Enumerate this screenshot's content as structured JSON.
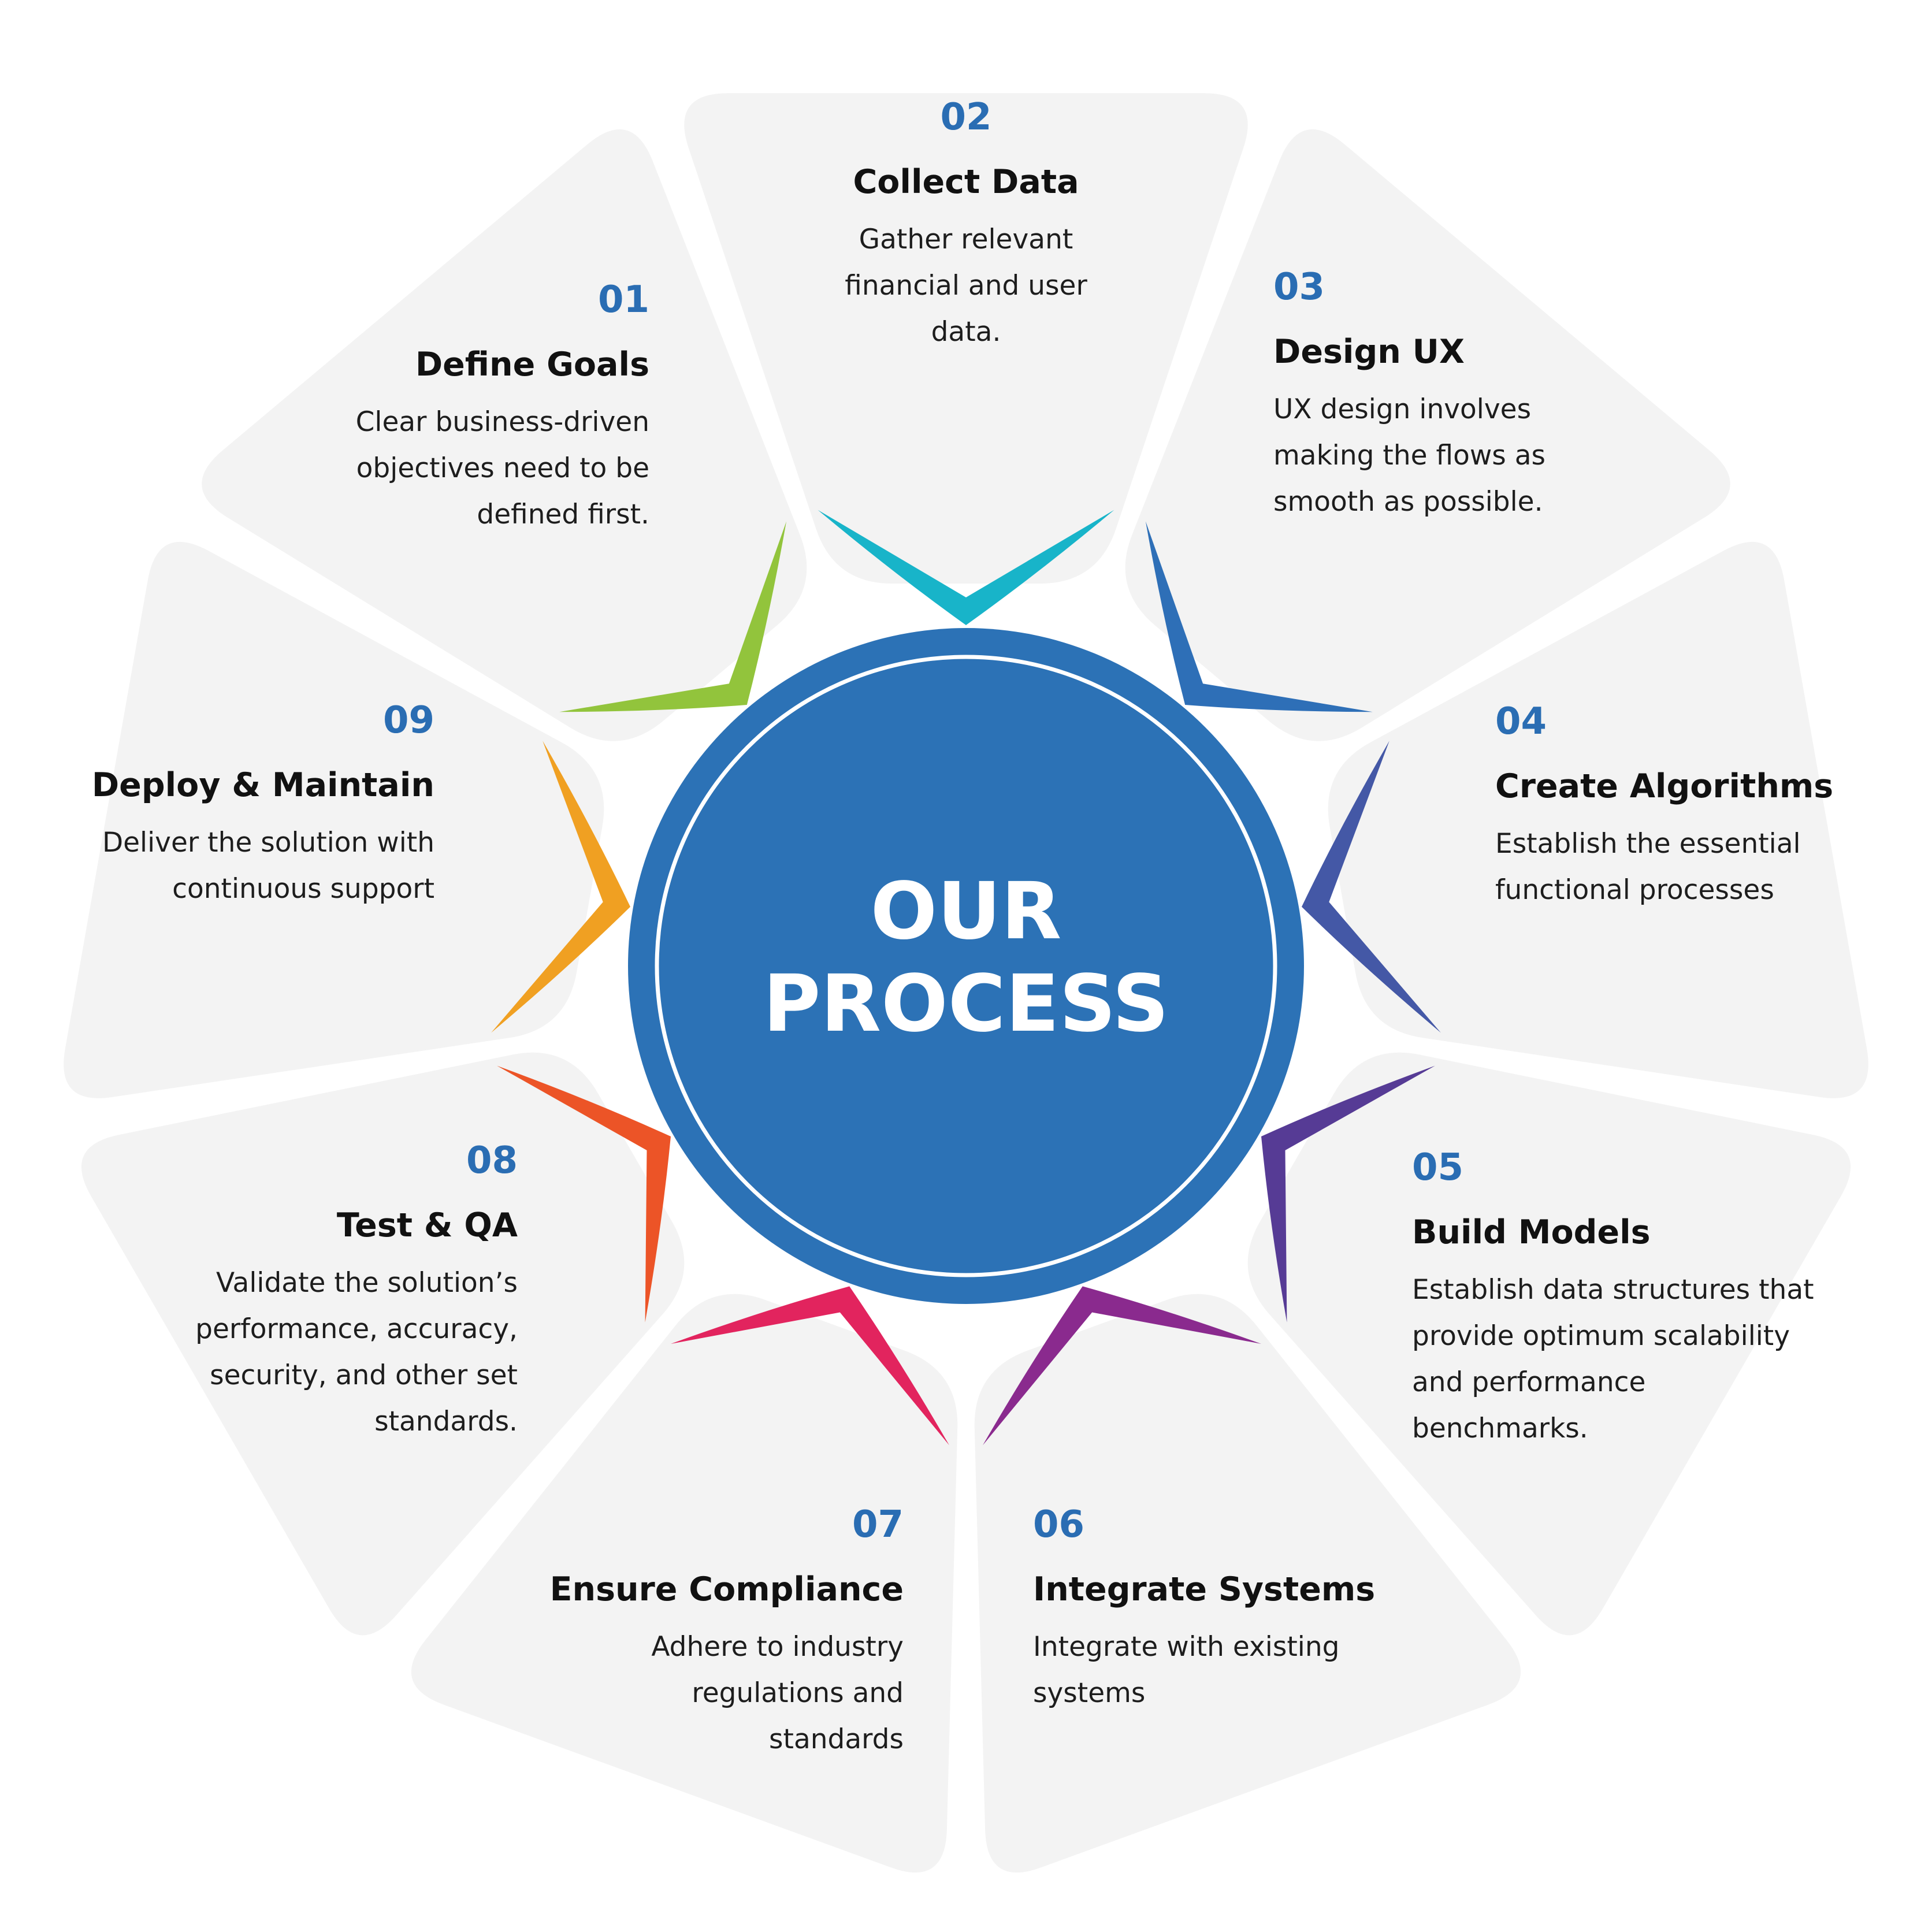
{
  "center": {
    "line1": "OUR",
    "line2": "PROCESS",
    "fill_color": "#2c72b6",
    "ring_color": "#ffffff"
  },
  "colors": {
    "petal_bg": "#f3f3f3",
    "number_text": "#2a6db3",
    "title_text": "#111111",
    "desc_text": "#1d1d1d"
  },
  "steps": [
    {
      "number": "01",
      "title": "Define Goals",
      "desc": [
        "Clear business-driven",
        "objectives need to be",
        "defined first."
      ],
      "accent": "#92c43c"
    },
    {
      "number": "02",
      "title": "Collect Data",
      "desc": [
        "Gather relevant",
        "financial and user",
        "data."
      ],
      "accent": "#18b4c9"
    },
    {
      "number": "03",
      "title": "Design UX",
      "desc": [
        "UX design involves",
        "making the flows as",
        "smooth as possible."
      ],
      "accent": "#2e6fb7"
    },
    {
      "number": "04",
      "title": "Create Algorithms",
      "desc": [
        "Establish the essential",
        "functional processes"
      ],
      "accent": "#4458a6"
    },
    {
      "number": "05",
      "title": "Build Models",
      "desc": [
        "Establish data structures that",
        "provide optimum scalability",
        "and performance",
        "benchmarks."
      ],
      "accent": "#563b95"
    },
    {
      "number": "06",
      "title": "Integrate Systems",
      "desc": [
        "Integrate with existing",
        "systems"
      ],
      "accent": "#8a2a8e"
    },
    {
      "number": "07",
      "title": "Ensure Compliance",
      "desc": [
        "Adhere to industry",
        "regulations and",
        "standards"
      ],
      "accent": "#e2245e"
    },
    {
      "number": "08",
      "title": "Test & QA",
      "desc": [
        "Validate the solution’s",
        "performance, accuracy,",
        "security, and other set",
        "standards."
      ],
      "accent": "#ec5427"
    },
    {
      "number": "09",
      "title": "Deploy & Maintain",
      "desc": [
        "Deliver the solution with",
        "continuous support"
      ],
      "accent": "#f0a022"
    }
  ]
}
